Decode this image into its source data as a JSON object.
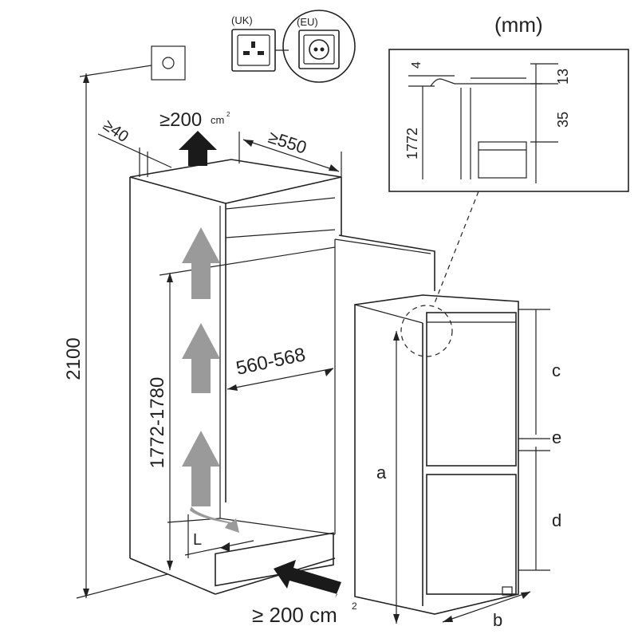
{
  "unit_label": "(mm)",
  "sockets": {
    "uk_label": "(UK)",
    "eu_label": "(EU)"
  },
  "dimensions": {
    "total_height": "2100",
    "niche_height": "1772-1780",
    "niche_width": "560-568",
    "depth": "≥550",
    "rear_gap": "≥40",
    "top_vent": "≥200",
    "top_vent_unit": "cm",
    "top_vent_exp": "2",
    "bottom_vent": "≥ 200 cm",
    "bottom_vent_exp": "2",
    "plinth_label": "L"
  },
  "detail": {
    "val_4": "4",
    "val_13": "13",
    "val_35": "35",
    "val_1772": "1772"
  },
  "appliance": {
    "label_a": "a",
    "label_b": "b",
    "label_c": "c",
    "label_d": "d",
    "label_e": "e"
  },
  "colors": {
    "line": "#222222",
    "airflow_arrows": "#9a9a9a",
    "top_arrow": "#1a1a1a"
  }
}
